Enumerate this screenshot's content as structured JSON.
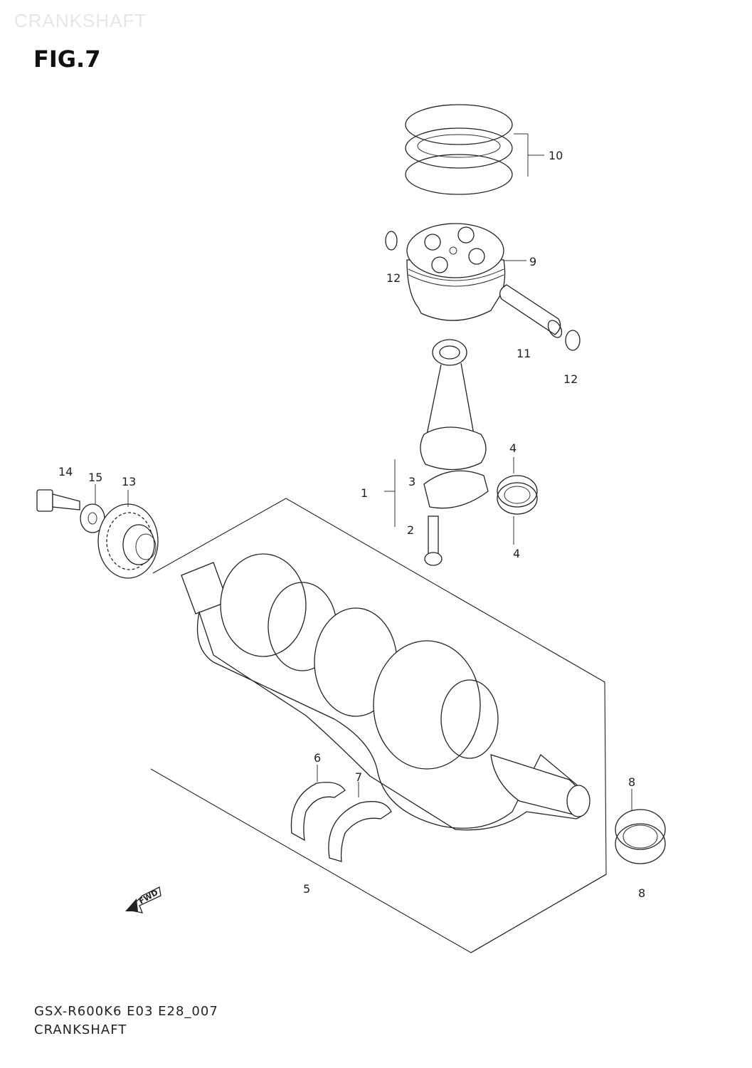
{
  "header": {
    "watermark": "CRANKSHAFT",
    "figure": "FIG.7"
  },
  "callouts": {
    "c1": "1",
    "c2": "2",
    "c3": "3",
    "c4a": "4",
    "c4b": "4",
    "c5": "5",
    "c6": "6",
    "c7": "7",
    "c8a": "8",
    "c8b": "8",
    "c9": "9",
    "c10": "10",
    "c11": "11",
    "c12a": "12",
    "c12b": "12",
    "c13": "13",
    "c14": "14",
    "c15": "15"
  },
  "fwd_label": "FWD",
  "footer": {
    "code": "GSX-R600K6 E03 E28_007",
    "name": "CRANKSHAFT"
  }
}
